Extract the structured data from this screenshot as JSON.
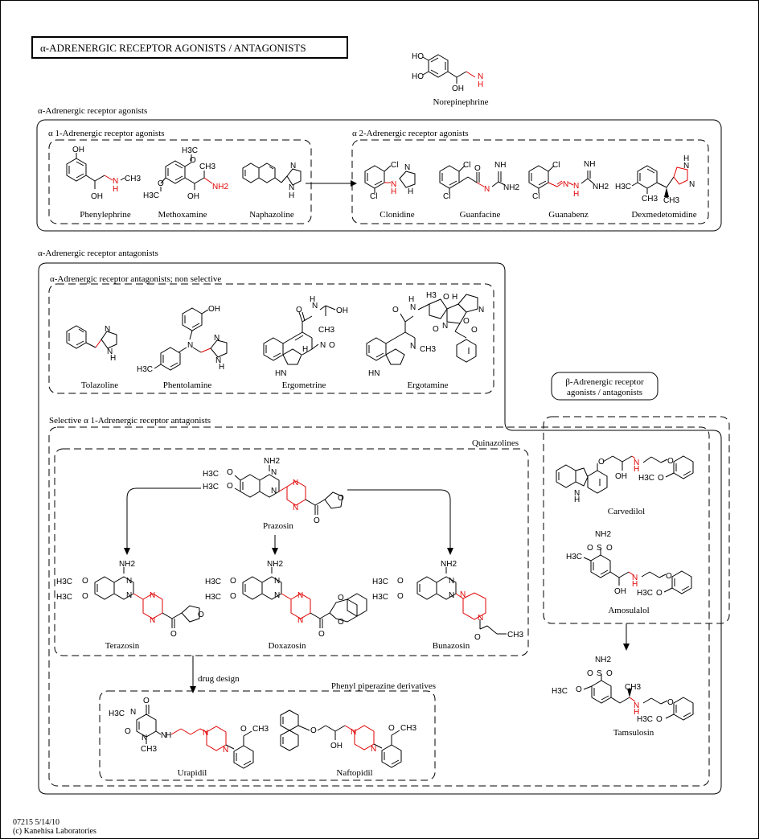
{
  "title": "α-ADRENERGIC  RECEPTOR  AGONISTS / ANTAGONISTS",
  "sections": {
    "agonists": "α-Adrenergic receptor agonists",
    "a1_agonists": "α 1-Adrenergic receptor agonists",
    "a2_agonists": "α 2-Adrenergic receptor agonists",
    "antagonists": "α-Adrenergic receptor antagonists",
    "nonselective": "α-Adrenergic receptor antagonists; non selective",
    "selective": "Selective α 1-Adrenergic receptor antagonists",
    "quinazolines": "Quinazolines",
    "phenylpiperazine": "Phenyl piperazine derivatives",
    "beta_line1": "β-Adrenergic receptor",
    "beta_line2": "agonists / antagonists"
  },
  "compounds": {
    "norepinephrine": "Norepinephrine",
    "phenylephrine": "Phenylephrine",
    "methoxamine": "Methoxamine",
    "naphazoline": "Naphazoline",
    "clonidine": "Clonidine",
    "guanfacine": "Guanfacine",
    "guanabenz": "Guanabenz",
    "dexmedetomidine": "Dexmedetomidine",
    "tolazoline": "Tolazoline",
    "phentolamine": "Phentolamine",
    "ergometrine": "Ergometrine",
    "ergotamine": "Ergotamine",
    "prazosin": "Prazosin",
    "terazosin": "Terazosin",
    "doxazosin": "Doxazosin",
    "bunazosin": "Bunazosin",
    "urapidil": "Urapidil",
    "naftopidil": "Naftopidil",
    "carvedilol": "Carvedilol",
    "amosulalol": "Amosulalol",
    "tamsulosin": "Tamsulosin"
  },
  "arrow_labels": {
    "drug_design": "drug design"
  },
  "atoms": {
    "HO": "HO",
    "OH": "OH",
    "N": "N",
    "H": "H",
    "NH": "NH",
    "NH2": "NH2",
    "CH3": "CH3",
    "H3C": "H3C",
    "Cl": "Cl",
    "O": "O",
    "HN": "HN",
    "S": "S",
    "H3": "H3",
    "H3CO": "H3C",
    "methoxy": "O"
  },
  "footer": {
    "line1": "07215 5/14/10",
    "line2": "(c) Kanehisa Laboratories"
  },
  "colors": {
    "highlight": "#e00000",
    "line": "#000000",
    "background": "#ffffff"
  }
}
